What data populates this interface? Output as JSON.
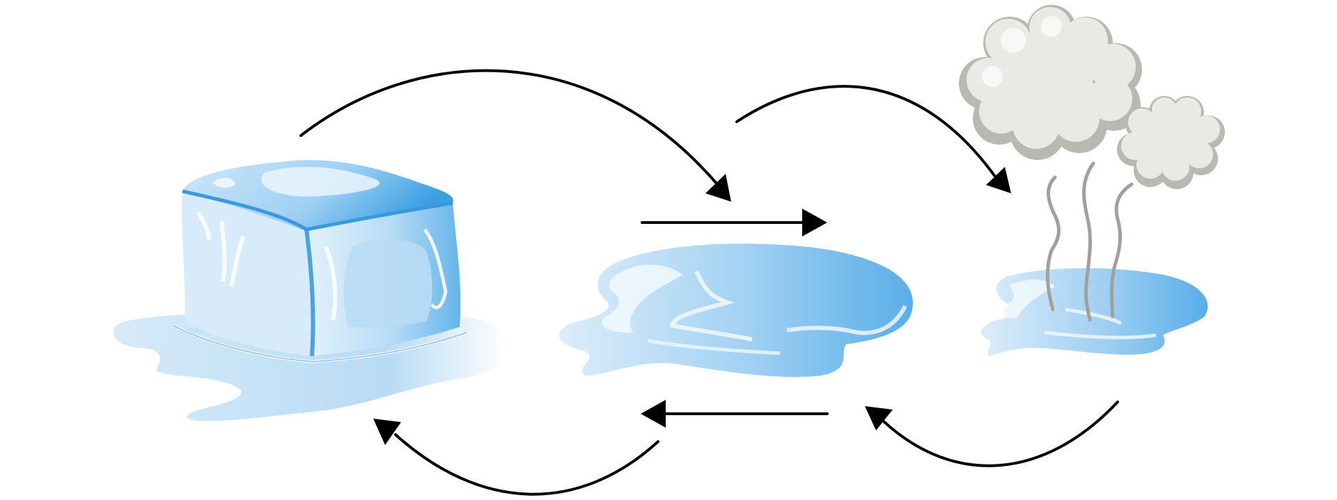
{
  "diagram": {
    "stages": [
      {
        "id": "ice",
        "icon": "ice-cube-icon"
      },
      {
        "id": "water",
        "icon": "water-puddle-icon"
      },
      {
        "id": "vapor",
        "icon": "steam-cloud-icon"
      }
    ],
    "connectors": [
      {
        "from": "ice",
        "to": "water",
        "style": "curved",
        "icon": "arrow-icon"
      },
      {
        "from": "water",
        "to": "vapor",
        "style": "curved",
        "icon": "arrow-icon"
      },
      {
        "from": "vapor",
        "to": "water",
        "style": "curved",
        "icon": "arrow-icon"
      },
      {
        "from": "water",
        "to": "ice",
        "style": "curved",
        "icon": "arrow-icon"
      },
      {
        "from": "left",
        "to": "right",
        "style": "straight",
        "icon": "arrow-icon"
      },
      {
        "from": "right",
        "to": "left",
        "style": "straight",
        "icon": "arrow-icon"
      }
    ],
    "colors": {
      "ice_light": "#dcedfa",
      "ice_mid": "#a9d2f2",
      "ice_dark": "#4aa6e4",
      "water_light": "#d8ebf9",
      "water_dark": "#5aaee8",
      "cloud": "#eaeae6",
      "cloud_shadow": "#bdbdb8",
      "steam": "#a09d98",
      "arrow": "#000000"
    }
  }
}
